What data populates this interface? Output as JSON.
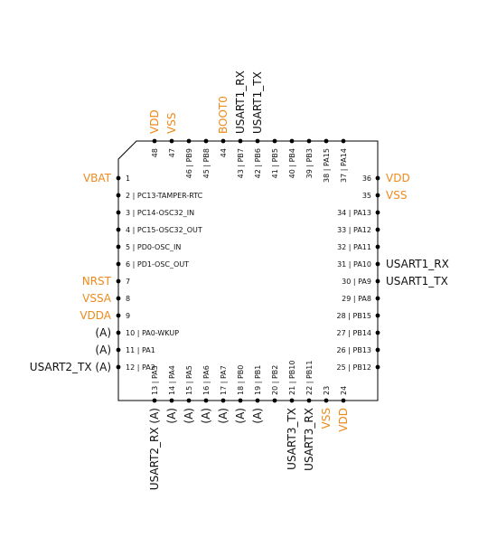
{
  "colors": {
    "power": "#ee8a1c",
    "signal": "#111111",
    "body_stroke": "#000000",
    "pin_dot": "#000000"
  },
  "left_pins": [
    {
      "label": "1",
      "signal": "VBAT",
      "type": "power"
    },
    {
      "label": "2 | PC13-TAMPER-RTC",
      "signal": "",
      "type": "none"
    },
    {
      "label": "3 | PC14-OSC32_IN",
      "signal": "",
      "type": "none"
    },
    {
      "label": "4 | PC15-OSC32_OUT",
      "signal": "",
      "type": "none"
    },
    {
      "label": "5 | PD0-OSC_IN",
      "signal": "",
      "type": "none"
    },
    {
      "label": "6 | PD1-OSC_OUT",
      "signal": "",
      "type": "none"
    },
    {
      "label": "7",
      "signal": "NRST",
      "type": "power"
    },
    {
      "label": "8",
      "signal": "VSSA",
      "type": "power"
    },
    {
      "label": "9",
      "signal": "VDDA",
      "type": "power"
    },
    {
      "label": "10 | PA0-WKUP",
      "signal": "(A)",
      "type": "signal"
    },
    {
      "label": "11 | PA1",
      "signal": "(A)",
      "type": "signal"
    },
    {
      "label": "12 | PA2",
      "signal": "USART2_TX (A)",
      "type": "signal"
    }
  ],
  "right_pins": [
    {
      "label": "36",
      "signal": "VDD",
      "type": "power"
    },
    {
      "label": "35",
      "signal": "VSS",
      "type": "power"
    },
    {
      "label": "34 | PA13",
      "signal": "",
      "type": "none"
    },
    {
      "label": "33 | PA12",
      "signal": "",
      "type": "none"
    },
    {
      "label": "32 | PA11",
      "signal": "",
      "type": "none"
    },
    {
      "label": "31 | PA10",
      "signal": "USART1_RX",
      "type": "signal"
    },
    {
      "label": "30 | PA9",
      "signal": "USART1_TX",
      "type": "signal"
    },
    {
      "label": "29 | PA8",
      "signal": "",
      "type": "none"
    },
    {
      "label": "28 | PB15",
      "signal": "",
      "type": "none"
    },
    {
      "label": "27 | PB14",
      "signal": "",
      "type": "none"
    },
    {
      "label": "26 | PB13",
      "signal": "",
      "type": "none"
    },
    {
      "label": "25 | PB12",
      "signal": "",
      "type": "none"
    }
  ],
  "top_pins": [
    {
      "label": "48",
      "signal": "VDD",
      "type": "power"
    },
    {
      "label": "47",
      "signal": "VSS",
      "type": "power"
    },
    {
      "label": "46 | PB9",
      "signal": "",
      "type": "none"
    },
    {
      "label": "45 | PB8",
      "signal": "",
      "type": "none"
    },
    {
      "label": "44",
      "signal": "BOOT0",
      "type": "power"
    },
    {
      "label": "43 | PB7",
      "signal": "USART1_RX",
      "type": "signal"
    },
    {
      "label": "42 | PB6",
      "signal": "USART1_TX",
      "type": "signal"
    },
    {
      "label": "41 | PB5",
      "signal": "",
      "type": "none"
    },
    {
      "label": "40 | PB4",
      "signal": "",
      "type": "none"
    },
    {
      "label": "39 | PB3",
      "signal": "",
      "type": "none"
    },
    {
      "label": "38 | PA15",
      "signal": "",
      "type": "none"
    },
    {
      "label": "37 | PA14",
      "signal": "",
      "type": "none"
    }
  ],
  "bottom_pins": [
    {
      "label": "13 | PA3",
      "signal": "USART2_RX (A)",
      "type": "signal"
    },
    {
      "label": "14 | PA4",
      "signal": "(A)",
      "type": "signal"
    },
    {
      "label": "15 | PA5",
      "signal": "(A)",
      "type": "signal"
    },
    {
      "label": "16 | PA6",
      "signal": "(A)",
      "type": "signal"
    },
    {
      "label": "17 | PA7",
      "signal": "(A)",
      "type": "signal"
    },
    {
      "label": "18 | PB0",
      "signal": "(A)",
      "type": "signal"
    },
    {
      "label": "19 | PB1",
      "signal": "(A)",
      "type": "signal"
    },
    {
      "label": "20 | PB2",
      "signal": "",
      "type": "none"
    },
    {
      "label": "21 | PB10",
      "signal": "USART3_TX",
      "type": "signal"
    },
    {
      "label": "22 | PB11",
      "signal": "USART3_RX",
      "type": "signal"
    },
    {
      "label": "23",
      "signal": "VSS",
      "type": "power"
    },
    {
      "label": "24",
      "signal": "VDD",
      "type": "power"
    }
  ]
}
